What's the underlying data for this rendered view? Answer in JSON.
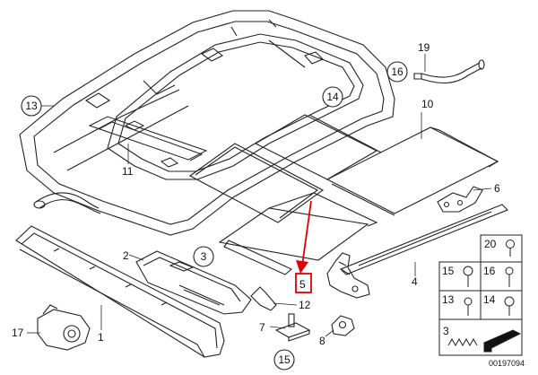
{
  "callouts": {
    "p1": "1",
    "p2": "2",
    "p3": "3",
    "p4": "4",
    "p5": "5",
    "p6": "6",
    "p7": "7",
    "p8": "8",
    "p10": "10",
    "p11": "11",
    "p12": "12",
    "p13": "13",
    "p14": "14",
    "p15": "15",
    "p16": "16",
    "p17": "17",
    "p19": "19"
  },
  "hardware_grid": {
    "h20": "20",
    "h15": "15",
    "h16": "16",
    "h13": "13",
    "h14": "14",
    "h3": "3"
  },
  "figure_number": "00197094",
  "highlight_color": "#e00000"
}
